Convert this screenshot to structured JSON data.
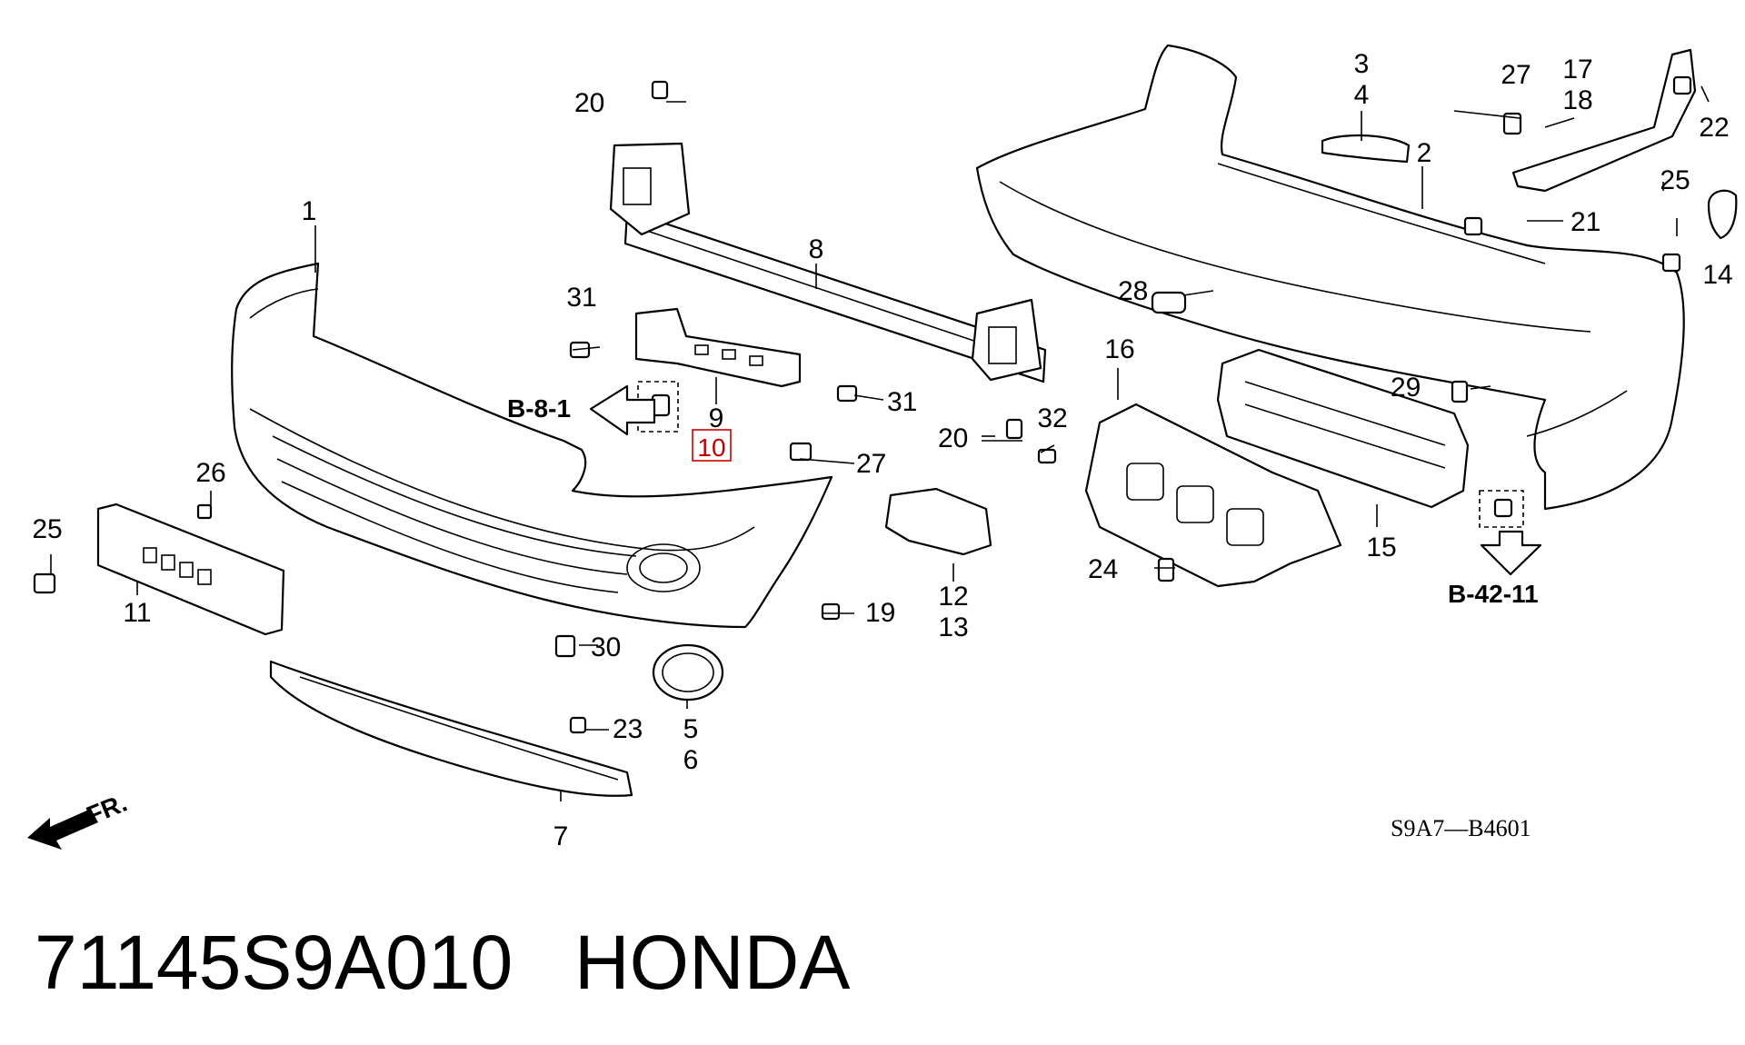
{
  "diagram": {
    "callouts": [
      {
        "id": "c1",
        "text": "1"
      },
      {
        "id": "c2",
        "text": "2"
      },
      {
        "id": "c3",
        "text": "3"
      },
      {
        "id": "c4",
        "text": "4"
      },
      {
        "id": "c5",
        "text": "5"
      },
      {
        "id": "c6",
        "text": "6"
      },
      {
        "id": "c7",
        "text": "7"
      },
      {
        "id": "c8",
        "text": "8"
      },
      {
        "id": "c9",
        "text": "9"
      },
      {
        "id": "c10",
        "text": "10"
      },
      {
        "id": "c11",
        "text": "11"
      },
      {
        "id": "c12",
        "text": "12"
      },
      {
        "id": "c13",
        "text": "13"
      },
      {
        "id": "c14",
        "text": "14"
      },
      {
        "id": "c15",
        "text": "15"
      },
      {
        "id": "c16",
        "text": "16"
      },
      {
        "id": "c17",
        "text": "17"
      },
      {
        "id": "c18",
        "text": "18"
      },
      {
        "id": "c19",
        "text": "19"
      },
      {
        "id": "c20a",
        "text": "20"
      },
      {
        "id": "c20b",
        "text": "20"
      },
      {
        "id": "c21",
        "text": "21"
      },
      {
        "id": "c22",
        "text": "22"
      },
      {
        "id": "c23",
        "text": "23"
      },
      {
        "id": "c24",
        "text": "24"
      },
      {
        "id": "c25a",
        "text": "25"
      },
      {
        "id": "c25b",
        "text": "25"
      },
      {
        "id": "c26",
        "text": "26"
      },
      {
        "id": "c27a",
        "text": "27"
      },
      {
        "id": "c27b",
        "text": "27"
      },
      {
        "id": "c28",
        "text": "28"
      },
      {
        "id": "c29",
        "text": "29"
      },
      {
        "id": "c30",
        "text": "30"
      },
      {
        "id": "c31a",
        "text": "31"
      },
      {
        "id": "c31b",
        "text": "31"
      },
      {
        "id": "c32",
        "text": "32"
      }
    ],
    "references": {
      "front": "B-8-1",
      "rear": "B-42-11"
    },
    "direction_label": "FR.",
    "diagram_code": "S9A7—B4601",
    "highlight_color": "#cc0000"
  },
  "caption": {
    "part_number": "71145S9A010",
    "brand": "HONDA"
  }
}
